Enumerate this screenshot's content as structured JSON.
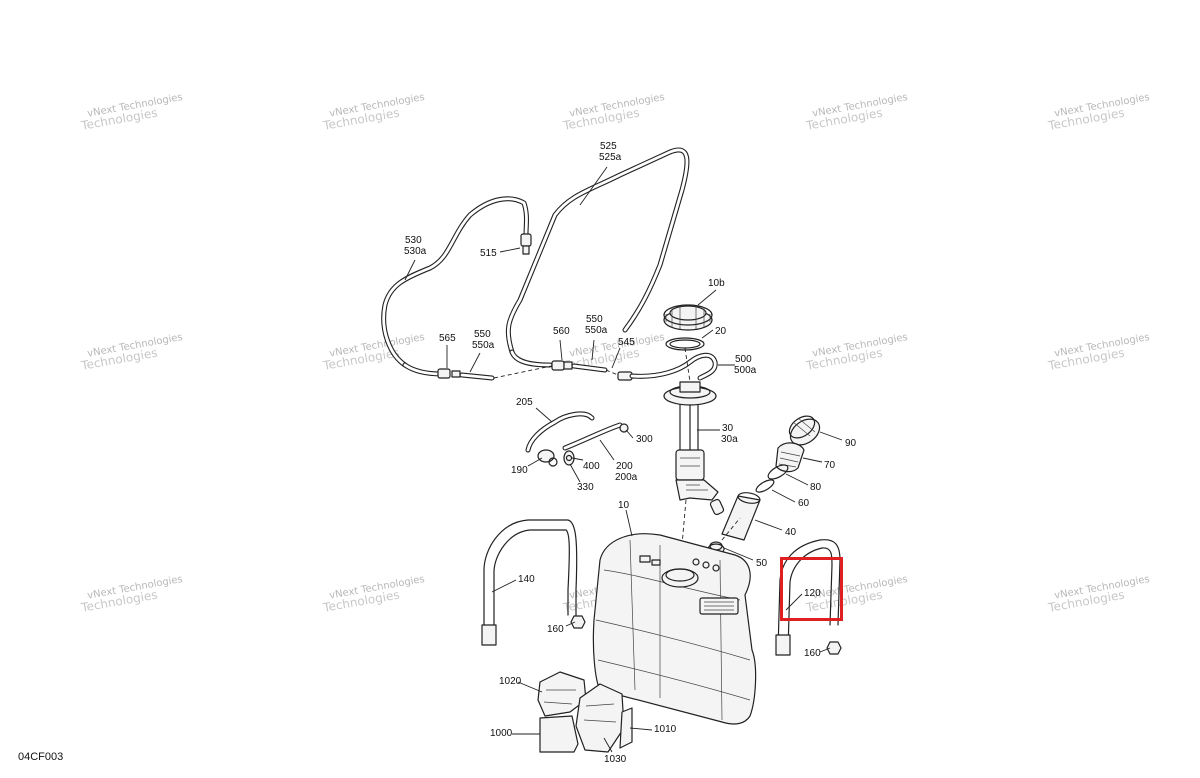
{
  "figure_code": "04CF003",
  "watermark": {
    "line1": "vNext Technologies",
    "line2": "Technologies"
  },
  "callouts": {
    "c10": "10",
    "c10b": "10b",
    "c20": "20",
    "c30": "30",
    "c30a": "30a",
    "c40": "40",
    "c50": "50",
    "c60": "60",
    "c70": "70",
    "c80": "80",
    "c90": "90",
    "c120": "120",
    "c140": "140",
    "c160a": "160",
    "c160b": "160",
    "c190": "190",
    "c200": "200",
    "c200a": "200a",
    "c205": "205",
    "c300": "300",
    "c330": "330",
    "c400": "400",
    "c500": "500",
    "c500a": "500a",
    "c515": "515",
    "c525": "525",
    "c525a": "525a",
    "c530": "530",
    "c530a": "530a",
    "c545": "545",
    "c550a": "550",
    "c550a_a": "550a",
    "c550b": "550",
    "c550b_a": "550a",
    "c560": "560",
    "c565": "565",
    "c1000": "1000",
    "c1010": "1010",
    "c1020": "1020",
    "c1030": "1030"
  },
  "highlight": {
    "color": "#e02020",
    "target": "120"
  }
}
